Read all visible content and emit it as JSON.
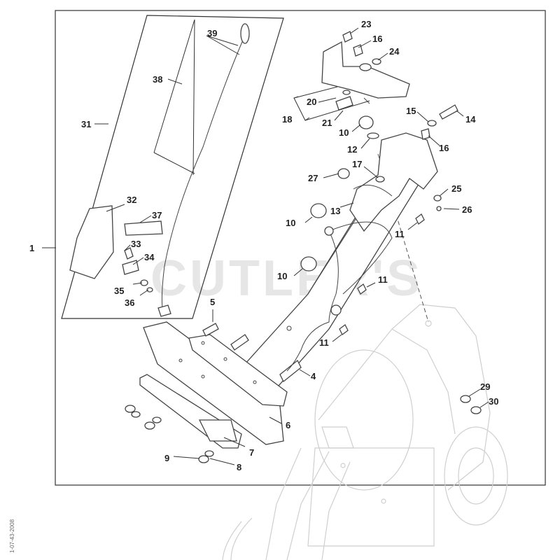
{
  "watermark": "CUTLER'S",
  "side_code": "1-07-43-2008",
  "callouts": [
    {
      "id": "c1",
      "label": "1"
    },
    {
      "id": "c4",
      "label": "4"
    },
    {
      "id": "c5",
      "label": "5"
    },
    {
      "id": "c6",
      "label": "6"
    },
    {
      "id": "c7",
      "label": "7"
    },
    {
      "id": "c8",
      "label": "8"
    },
    {
      "id": "c9",
      "label": "9"
    },
    {
      "id": "c10a",
      "label": "10"
    },
    {
      "id": "c10b",
      "label": "10"
    },
    {
      "id": "c10c",
      "label": "10"
    },
    {
      "id": "c11a",
      "label": "11"
    },
    {
      "id": "c11b",
      "label": "11"
    },
    {
      "id": "c11c",
      "label": "11"
    },
    {
      "id": "c12",
      "label": "12"
    },
    {
      "id": "c13",
      "label": "13"
    },
    {
      "id": "c14",
      "label": "14"
    },
    {
      "id": "c15",
      "label": "15"
    },
    {
      "id": "c16a",
      "label": "16"
    },
    {
      "id": "c16b",
      "label": "16"
    },
    {
      "id": "c17",
      "label": "17"
    },
    {
      "id": "c18",
      "label": "18"
    },
    {
      "id": "c20",
      "label": "20"
    },
    {
      "id": "c21",
      "label": "21"
    },
    {
      "id": "c23",
      "label": "23"
    },
    {
      "id": "c24",
      "label": "24"
    },
    {
      "id": "c25",
      "label": "25"
    },
    {
      "id": "c26",
      "label": "26"
    },
    {
      "id": "c27",
      "label": "27"
    },
    {
      "id": "c29",
      "label": "29"
    },
    {
      "id": "c30",
      "label": "30"
    },
    {
      "id": "c31",
      "label": "31"
    },
    {
      "id": "c32",
      "label": "32"
    },
    {
      "id": "c33",
      "label": "33"
    },
    {
      "id": "c34",
      "label": "34"
    },
    {
      "id": "c35",
      "label": "35"
    },
    {
      "id": "c36",
      "label": "36"
    },
    {
      "id": "c37",
      "label": "37"
    },
    {
      "id": "c38",
      "label": "38"
    },
    {
      "id": "c39",
      "label": "39"
    }
  ]
}
